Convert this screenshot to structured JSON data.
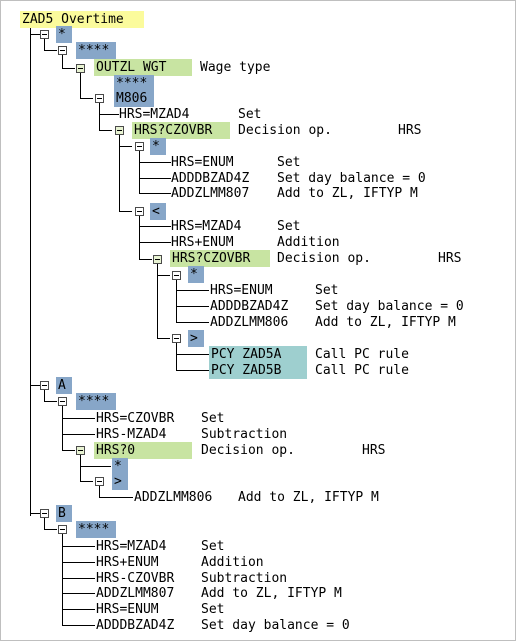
{
  "root": {
    "code": "ZAD5",
    "desc": "Overtime"
  },
  "nodes": {
    "n1": "*",
    "n2": "****",
    "n3": {
      "code": "OUTZL WGT",
      "desc": "Wage type"
    },
    "n4": "****",
    "n5": "M806",
    "n6": {
      "code": "HRS=MZAD4",
      "desc": "Set"
    },
    "n7": {
      "code": "HRS?CZOVBR",
      "desc": "Decision op.",
      "arg": "HRS"
    },
    "n8": "*",
    "n9": {
      "code": "HRS=ENUM",
      "desc": "Set"
    },
    "n10": {
      "code": "ADDDBZAD4Z",
      "desc": "Set day balance = 0"
    },
    "n11": {
      "code": "ADDZLMM807",
      "desc": "Add to ZL, IFTYP M"
    },
    "n12": "<",
    "n13": {
      "code": "HRS=MZAD4",
      "desc": "Set"
    },
    "n14": {
      "code": "HRS+ENUM",
      "desc": "Addition"
    },
    "n15": {
      "code": "HRS?CZOVBR",
      "desc": "Decision op.",
      "arg": "HRS"
    },
    "n16": "*",
    "n17": {
      "code": "HRS=ENUM",
      "desc": "Set"
    },
    "n18": {
      "code": "ADDDBZAD4Z",
      "desc": "Set day balance = 0"
    },
    "n19": {
      "code": "ADDZLMM806",
      "desc": "Add to ZL, IFTYP M"
    },
    "n20": ">",
    "n21": {
      "code": "PCY ZAD5A",
      "desc": "Call PC rule"
    },
    "n22": {
      "code": "PCY ZAD5B",
      "desc": "Call PC rule"
    },
    "n23": "A",
    "n24": "****",
    "n25": {
      "code": "HRS=CZOVBR",
      "desc": "Set"
    },
    "n26": {
      "code": "HRS-MZAD4",
      "desc": "Subtraction"
    },
    "n27": {
      "code": "HRS?0",
      "desc": "Decision op.",
      "arg": "HRS"
    },
    "n28": "*",
    "n29": ">",
    "n30": {
      "code": "ADDZLMM806",
      "desc": "Add to ZL, IFTYP M"
    },
    "n31": "B",
    "n32": "****",
    "n33": {
      "code": "HRS=MZAD4",
      "desc": "Set"
    },
    "n34": {
      "code": "HRS+ENUM",
      "desc": "Addition"
    },
    "n35": {
      "code": "HRS-CZOVBR",
      "desc": "Subtraction"
    },
    "n36": {
      "code": "ADDZLMM807",
      "desc": "Add to ZL, IFTYP M"
    },
    "n37": {
      "code": "HRS=ENUM",
      "desc": "Set"
    },
    "n38": {
      "code": "ADDDBZAD4Z",
      "desc": "Set day balance = 0"
    }
  },
  "colors": {
    "root_highlight": "#fbfb9c",
    "node_highlight": "#87a6c8",
    "operation_highlight": "#c8e4a2",
    "rule_call_highlight": "#9ecfcf"
  }
}
